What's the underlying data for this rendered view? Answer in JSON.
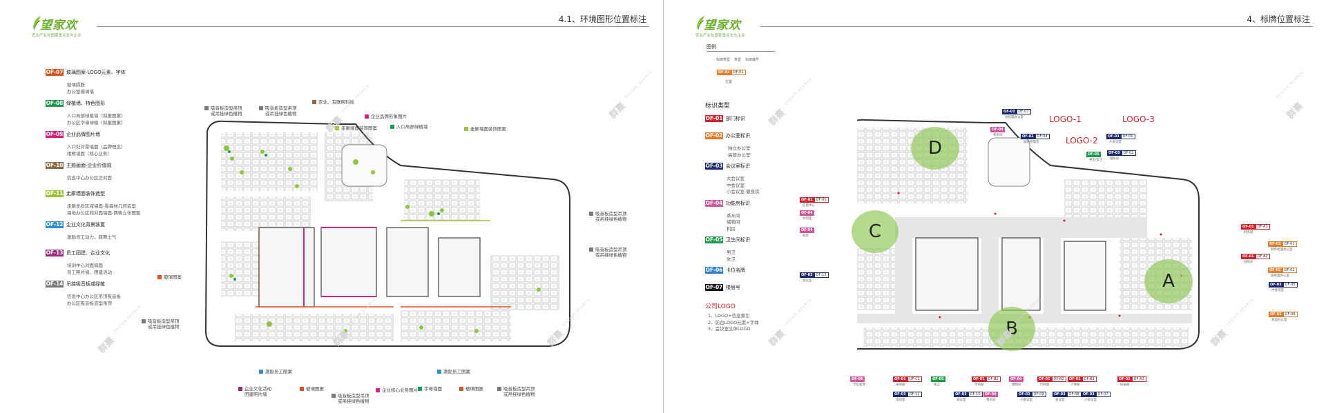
{
  "brand": {
    "name": "望家欢",
    "tagline": "农业产业化国家重点龙头企业",
    "accent": "#6cae2f"
  },
  "watermark": {
    "text": "群熹",
    "sub": "DESIGN SEARCH"
  },
  "left_page": {
    "title": "4.1、环境图形位置标注",
    "legend": [
      {
        "code": "OF-07",
        "color": "#d9541e",
        "title": "玻璃图案-LOGO元素、字体",
        "lines": [
          "玻璃隔断",
          "办公室玻璃墙"
        ]
      },
      {
        "code": "OF-08",
        "color": "#1e9b4a",
        "title": "绿植墙、特色图形",
        "lines": [
          "入口局部绿植墙（拟案图案）",
          "办公区字母绿植（拟案图案）"
        ]
      },
      {
        "code": "OF-09",
        "color": "#d6227a",
        "title": "企业品牌图片墙",
        "lines": [
          "入口处对景墙面（品牌理念）",
          "相框墙面（核心业务）"
        ]
      },
      {
        "code": "OF-10",
        "color": "#8a6a48",
        "title": "主题画面-企业价值观",
        "lines": [
          "信息中心办公区正对面"
        ]
      },
      {
        "code": "OF-11",
        "color": "#9ac43a",
        "title": "走廊墙面装饰造型",
        "lines": [
          "走廊多处区域墙面-看森林几何造型",
          "墙地办公区和对面墙面-两侧立体图案"
        ]
      },
      {
        "code": "OF-12",
        "color": "#2d8fd0",
        "title": "企业文化背景装置",
        "lines": [
          "激励员工动力，鼓舞士气"
        ]
      },
      {
        "code": "OF-13",
        "color": "#9a2a7e",
        "title": "员工团建、企业文化",
        "lines": [
          "培训中心对面墙面",
          "员工照片墙、团建活动"
        ]
      },
      {
        "code": "OF-14",
        "color": "#7a7a7a",
        "title": "吊挂吸音板或绿植",
        "lines": [
          "信息中心办公区吊顶吸音板",
          "办公区吸音板造型吊顶"
        ]
      }
    ],
    "callouts": [
      {
        "text": "吸音板造型吊顶\n或吊挂绿色植物",
        "color": "#7a7a7a"
      },
      {
        "text": "吸音板造型吊顶\n或吊挂绿色植物",
        "color": "#7a7a7a"
      },
      {
        "text": "农业、互联网科技",
        "color": "#8a6a48"
      },
      {
        "text": "企业品牌形象图片",
        "color": "#d6227a"
      },
      {
        "text": "走廊墙面装饰图案",
        "color": "#9ac43a"
      },
      {
        "text": "入口局部绿植墙",
        "color": "#1e9b4a"
      },
      {
        "text": "走廊墙面装饰图案",
        "color": "#9ac43a"
      },
      {
        "text": "吸音板造型吊顶\n或吊挂绿色植物",
        "color": "#7a7a7a"
      },
      {
        "text": "吸音板造型吊顶\n或吊挂绿色植物",
        "color": "#7a7a7a"
      },
      {
        "text": "玻璃图案",
        "color": "#d9541e"
      },
      {
        "text": "吸音板造型吊顶\n或吊挂绿色植物",
        "color": "#7a7a7a"
      },
      {
        "text": "激励员工图案",
        "color": "#2d8fd0"
      },
      {
        "text": "激励员工图案",
        "color": "#2d8fd0"
      },
      {
        "text": "企业文化活动\n团建照片墙",
        "color": "#9a2a7e"
      },
      {
        "text": "玻璃图案",
        "color": "#d9541e"
      },
      {
        "text": "吸音板造型吊顶\n或吊挂绿色植物",
        "color": "#7a7a7a"
      },
      {
        "text": "企业核心业务图片",
        "color": "#d6227a"
      },
      {
        "text": "字母墙面",
        "color": "#1e9b4a"
      },
      {
        "text": "玻璃图案",
        "color": "#d9541e"
      },
      {
        "text": "吸音板造型吊顶\n或吊挂绿色植物",
        "color": "#7a7a7a"
      }
    ]
  },
  "right_page": {
    "title": "4、标牌位置标注",
    "example": {
      "label": "图例",
      "small_left": "标牌类型",
      "small_mid": "类型",
      "small_right": "标牌编号",
      "code": "OF-02",
      "num": "OF-01",
      "caption": "位置"
    },
    "legend_head": "标识类型",
    "legend": [
      {
        "code": "OF-01",
        "color": "#d0202a",
        "title": "部门标识",
        "lines": []
      },
      {
        "code": "OF-02",
        "color": "#e57c2a",
        "title": "办公室标识",
        "lines": [
          "·独立办公室",
          "·高管办公室"
        ]
      },
      {
        "code": "OF-03",
        "color": "#1f2a6e",
        "title": "会议室标识",
        "lines": [
          "大会议室",
          "中会议室",
          "小会议室  健身房"
        ]
      },
      {
        "code": "OF-04",
        "color": "#d4559a",
        "title": "功能房标识",
        "lines": [
          "茶水间",
          "储物间",
          "机房"
        ]
      },
      {
        "code": "OF-05",
        "color": "#1e9b4a",
        "title": "卫生间标识",
        "lines": [
          "男卫",
          "女卫"
        ]
      },
      {
        "code": "OF-06",
        "color": "#2d7fd0",
        "title": "卡位名牌",
        "lines": []
      },
      {
        "code": "OF-07",
        "color": "#1a1a1a",
        "title": "楼层号",
        "lines": []
      }
    ],
    "company_logo": {
      "head": "公司LOGO",
      "lines": [
        "1、LOGO+信息索引",
        "2、前台LOGO元素+字体",
        "3、会议室立体LOGO"
      ]
    },
    "logo_labels": [
      "LOGO-1",
      "LOGO-2",
      "LOGO-3"
    ],
    "zones": [
      "A",
      "B",
      "C",
      "D"
    ],
    "tags": [
      {
        "code": "OF-03",
        "num": "OF-07",
        "sub": "总经理办公室",
        "color": "#1f2a6e"
      },
      {
        "code": "OF-04",
        "num": "",
        "sub": "茶水间",
        "color": "#d4559a"
      },
      {
        "code": "OF-02",
        "num": "OF-04",
        "sub": "副总经理室",
        "color": "#1f2a6e"
      },
      {
        "code": "OF-05",
        "num": "",
        "sub": "男卫/女卫",
        "color": "#1e9b4a"
      },
      {
        "code": "OF-03",
        "num": "OF-01",
        "sub": "大会议室",
        "color": "#1f2a6e"
      },
      {
        "code": "OF-03",
        "num": "OF-02",
        "sub": "健身房",
        "color": "#1f2a6e"
      },
      {
        "code": "OF-01",
        "num": "OF-01",
        "sub": "信息中心",
        "color": "#d0202a"
      },
      {
        "code": "OF-04",
        "num": "",
        "sub": "文印室",
        "color": "#d4559a"
      },
      {
        "code": "OF-04",
        "num": "",
        "sub": "机房",
        "color": "#d4559a"
      },
      {
        "code": "OF-03",
        "num": "OF-12",
        "sub": "会议室",
        "color": "#1f2a6e"
      },
      {
        "code": "OF-01",
        "num": "OF-A1",
        "sub": "财务部",
        "color": "#d0202a"
      },
      {
        "code": "OF-02",
        "num": "OF-01",
        "sub": "财务经理办公室",
        "color": "#e57c2a"
      },
      {
        "code": "OF-01",
        "num": "OF-A2",
        "sub": "总经办",
        "color": "#d0202a"
      },
      {
        "code": "OF-02",
        "num": "OF-02",
        "sub": "总经理办公室",
        "color": "#e57c2a"
      },
      {
        "code": "OF-03",
        "num": "OF-05",
        "sub": "中会议室",
        "color": "#1f2a6e"
      },
      {
        "code": "OF-02",
        "num": "OF-06",
        "sub": "总监办公室",
        "color": "#e57c2a"
      },
      {
        "code": "OF-06",
        "num": "",
        "sub": "卡位名牌",
        "color": "#d4559a"
      },
      {
        "code": "OF-01",
        "num": "OF-C1",
        "sub": "采购部",
        "color": "#d0202a"
      },
      {
        "code": "OF-05",
        "num": "",
        "sub": "男卫",
        "color": "#1e9b4a"
      },
      {
        "code": "OF-01",
        "num": "OF-B1",
        "sub": "市场部",
        "color": "#d0202a"
      },
      {
        "code": "OF-04",
        "num": "",
        "sub": "储物间",
        "color": "#d4559a"
      },
      {
        "code": "OF-01",
        "num": "OF-B2",
        "sub": "行政部",
        "color": "#d0202a"
      },
      {
        "code": "OF-01",
        "num": "OF-B3",
        "sub": "人事部",
        "color": "#d0202a"
      },
      {
        "code": "OF-01",
        "num": "OF-A3",
        "sub": "研发部",
        "color": "#d0202a"
      },
      {
        "code": "OF-03",
        "num": "OF-11",
        "sub": "培训室",
        "color": "#1f2a6e"
      },
      {
        "code": "OF-03",
        "num": "OF-10",
        "sub": "会议室",
        "color": "#1f2a6e"
      },
      {
        "code": "OF-04",
        "num": "",
        "sub": "茶水间",
        "color": "#d4559a"
      },
      {
        "code": "OF-03",
        "num": "OF-09",
        "sub": "小会议室",
        "color": "#1f2a6e"
      },
      {
        "code": "OF-03",
        "num": "OF-08",
        "sub": "会议室",
        "color": "#1f2a6e"
      },
      {
        "code": "OF-03",
        "num": "OF-07",
        "sub": "小会议室",
        "color": "#1f2a6e"
      }
    ]
  }
}
